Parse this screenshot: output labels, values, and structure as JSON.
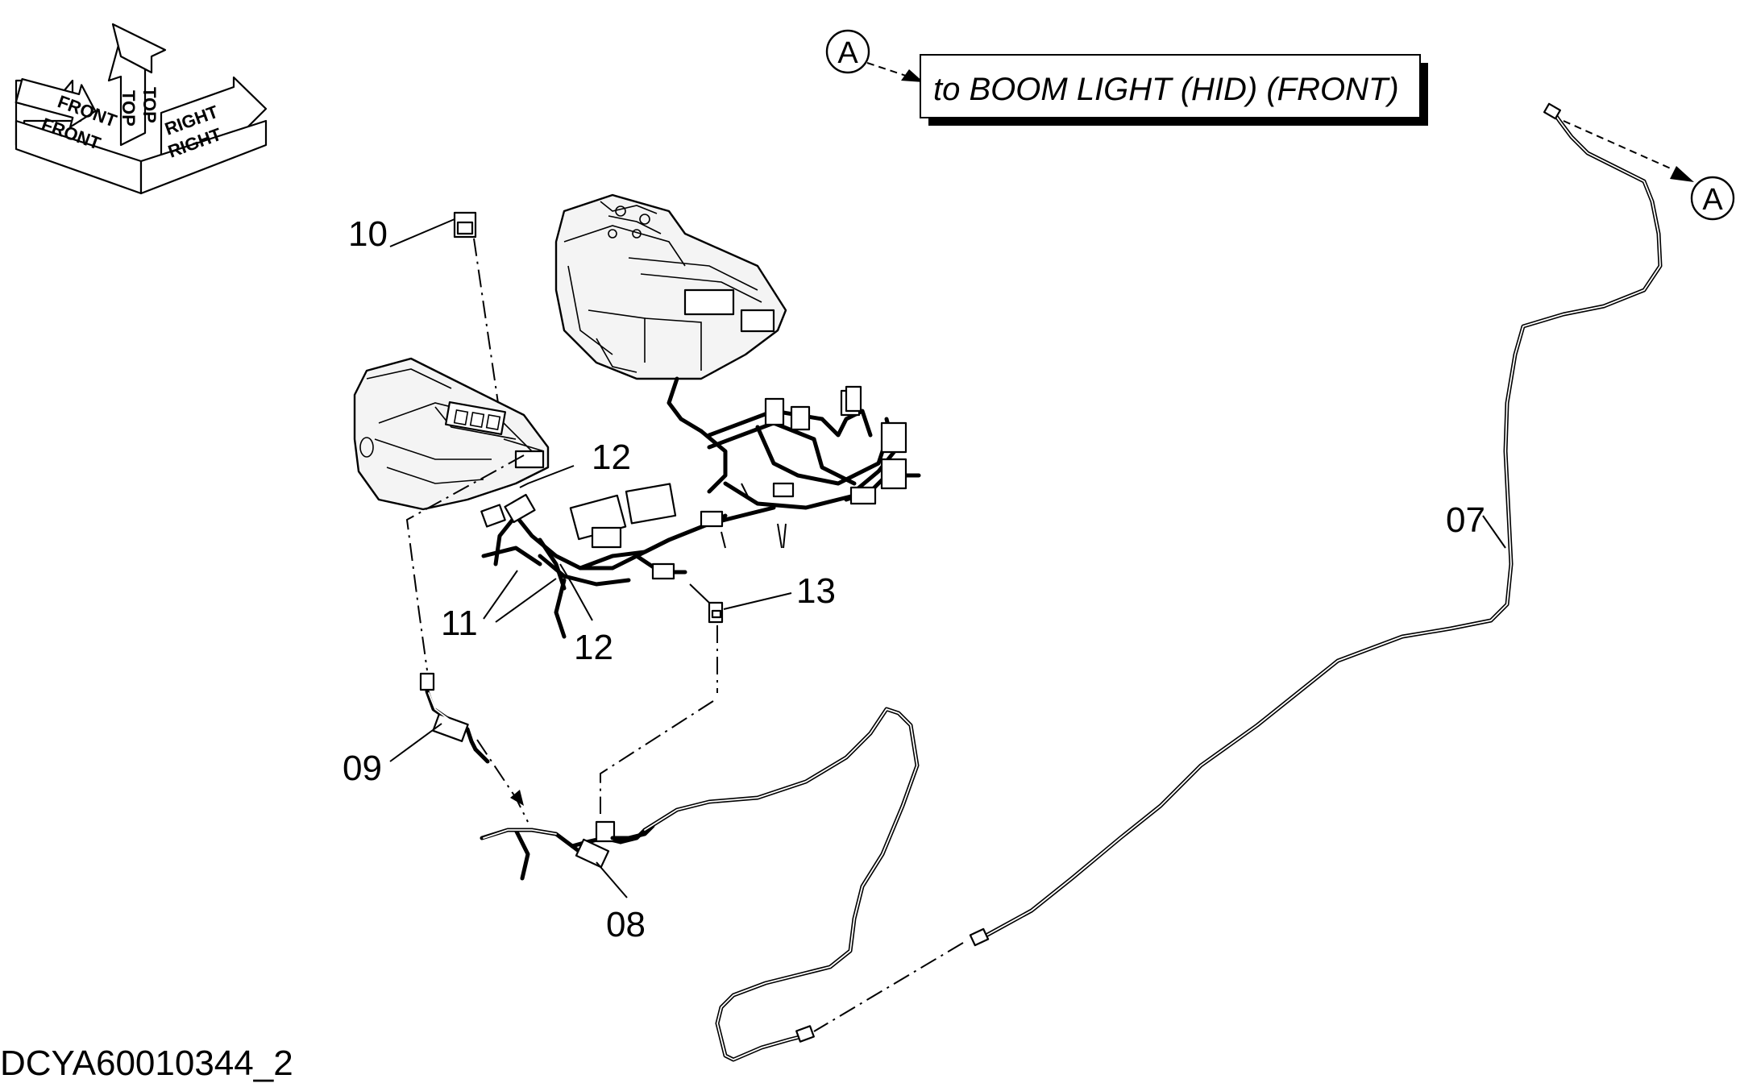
{
  "drawing_id": "DCYA60010344_2",
  "orientation": {
    "front": "FRONT",
    "top": "TOP",
    "right": "RIGHT"
  },
  "callout_note": {
    "ref_letter": "A",
    "text": "to BOOM LIGHT (HID) (FRONT)"
  },
  "connector_ref": "A",
  "part_labels": {
    "p07": "07",
    "p08": "08",
    "p09": "09",
    "p10": "10",
    "p11": "11",
    "p12a": "12",
    "p12b": "12",
    "p13": "13"
  }
}
